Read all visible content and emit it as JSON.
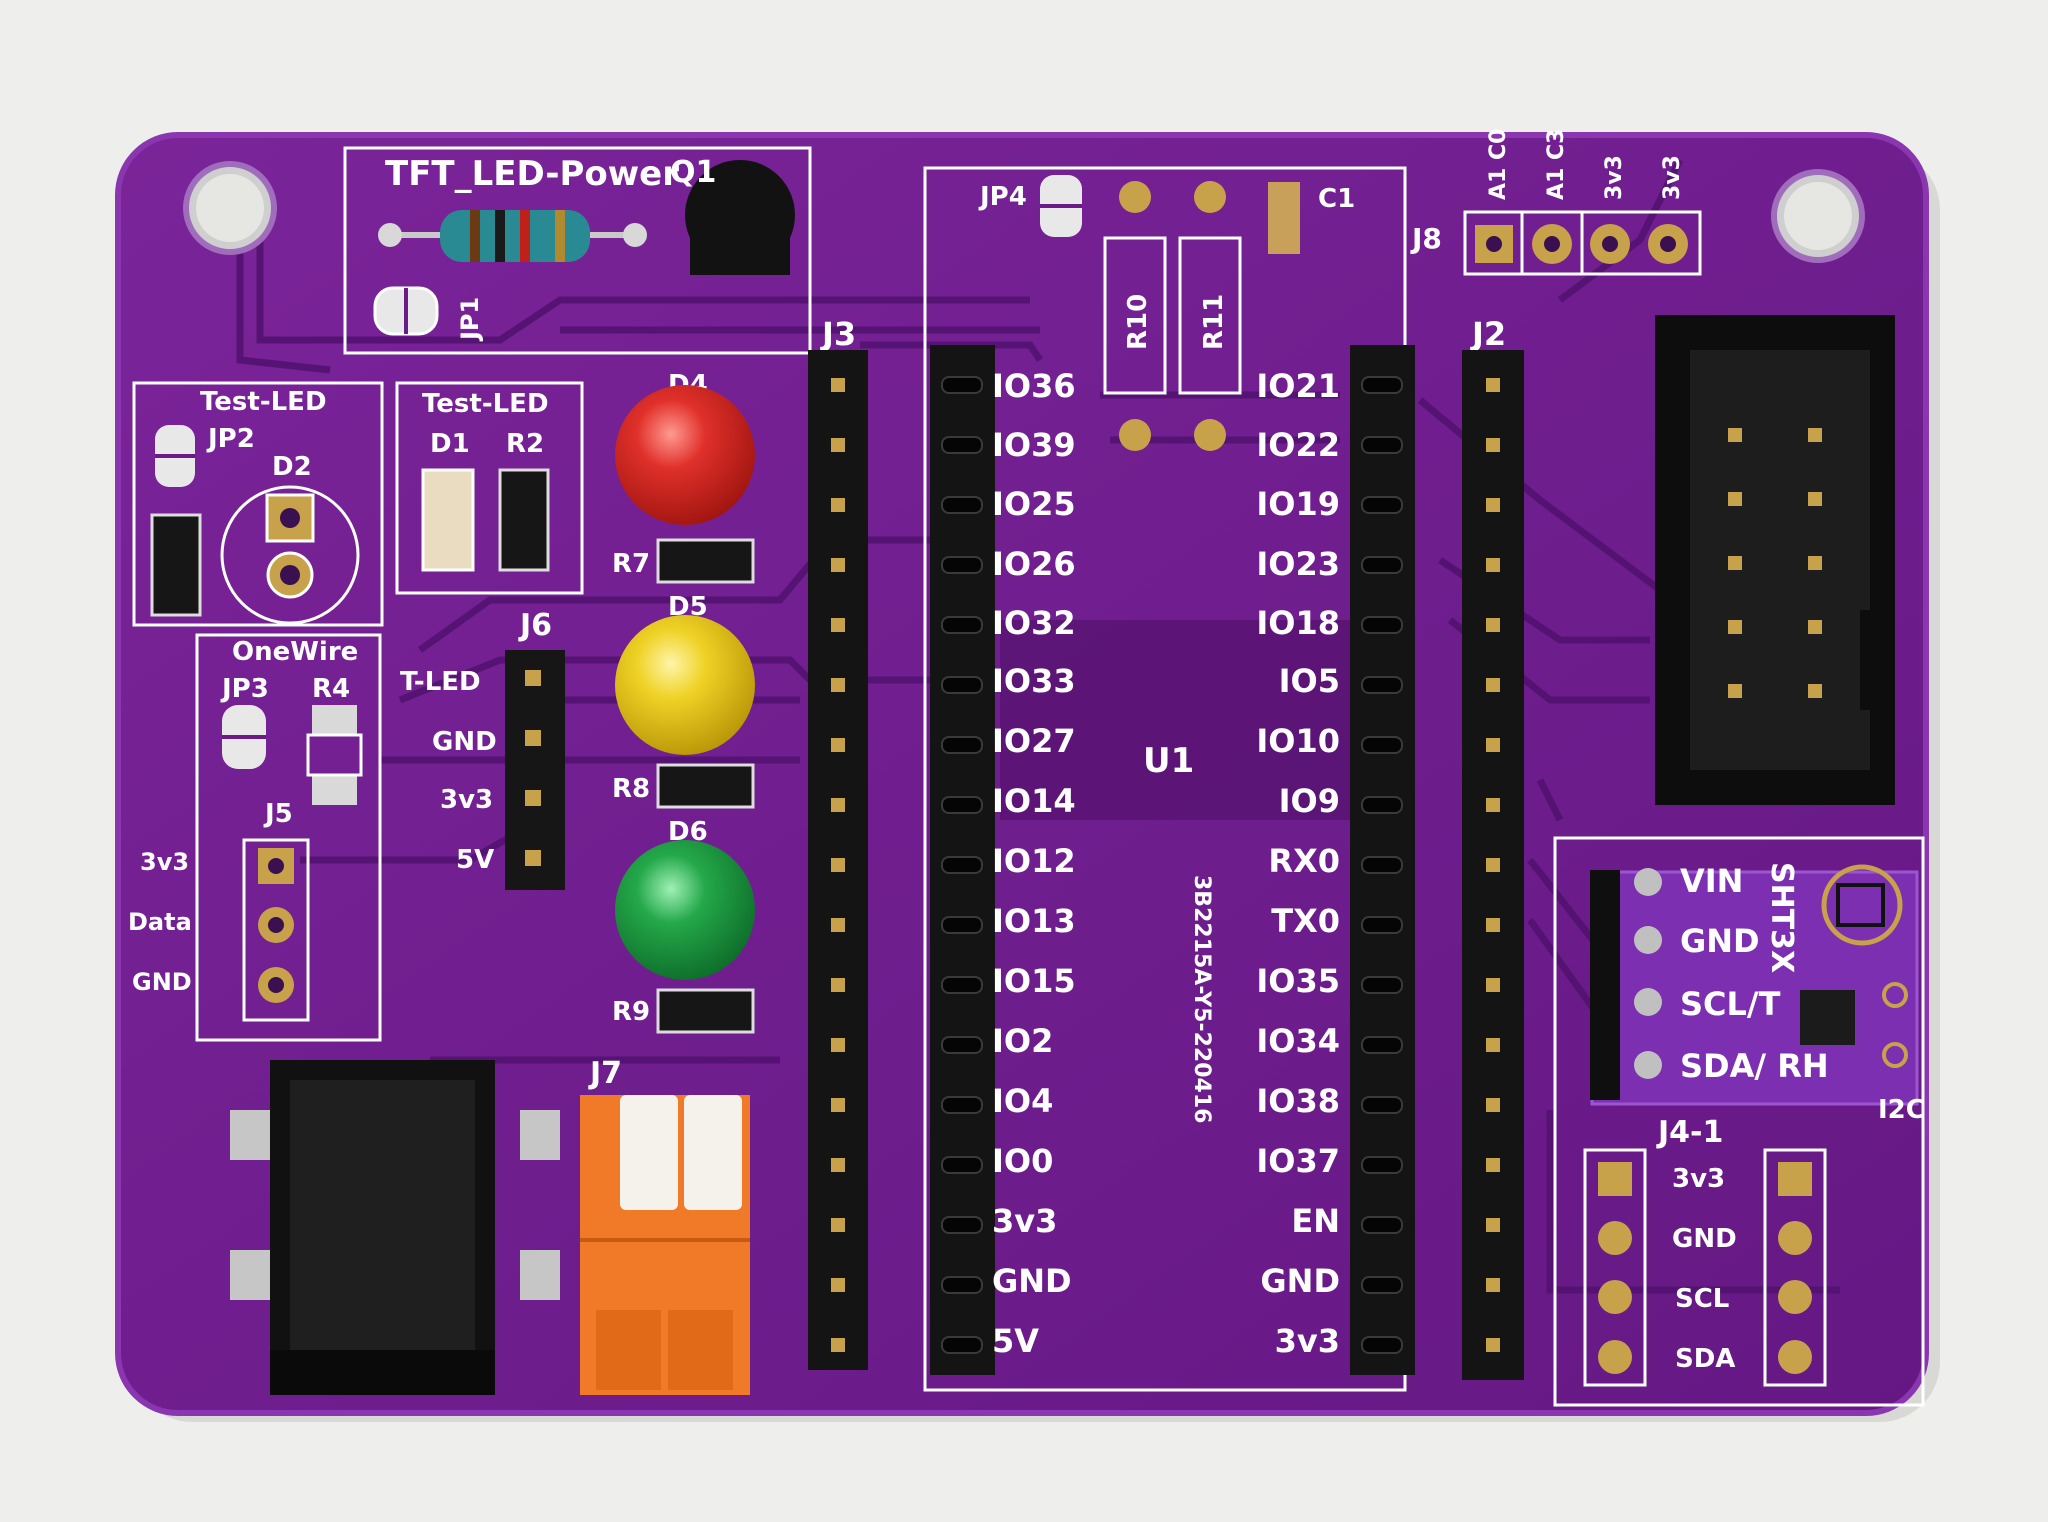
{
  "board": {
    "colors": {
      "board": "#6a1b8a",
      "board_edge": "#7b2aa0",
      "trace": "#5a1479",
      "silk": "#ffffff",
      "header": "#141414",
      "pad": "#c8a24a"
    },
    "top_section": {
      "tft_label": "TFT_LED-Power",
      "q1": "Q1",
      "jp1": "JP1",
      "jp4": "JP4",
      "c1": "C1",
      "r10": "R10",
      "r11": "R11",
      "j8": "J8",
      "j8_pins": [
        "A1 C0",
        "A1 C3",
        "3v3",
        "3v3"
      ]
    },
    "left_section": {
      "test_led_a": "Test-LED",
      "jp2": "JP2",
      "d2": "D2",
      "test_led_b": "Test-LED",
      "d1": "D1",
      "r2": "R2",
      "onewire": "OneWire",
      "jp3": "JP3",
      "r4": "R4",
      "j5": "J5",
      "j5_pins": [
        "3v3",
        "Data",
        "GND"
      ],
      "j6": "J6",
      "j6_pins": [
        "T-LED",
        "GND",
        "3v3",
        "5V"
      ],
      "j7": "J7"
    },
    "leds": [
      {
        "ref": "D4",
        "resistor": "R7",
        "color": "#d6261f"
      },
      {
        "ref": "D5",
        "resistor": "R8",
        "color": "#e8c81a"
      },
      {
        "ref": "D6",
        "resistor": "R9",
        "color": "#1f9a43"
      }
    ],
    "esp": {
      "j3": "J3",
      "j2": "J2",
      "u1": "U1",
      "module_text": "3B2215A-Y5-220416",
      "left_pins": [
        "IO36",
        "IO39",
        "IO25",
        "IO26",
        "IO32",
        "IO33",
        "IO27",
        "IO14",
        "IO12",
        "IO13",
        "IO15",
        "IO2",
        "IO4",
        "IO0",
        "3v3",
        "GND",
        "5V"
      ],
      "right_pins": [
        "IO21",
        "IO22",
        "IO19",
        "IO23",
        "IO18",
        "IO5",
        "IO10",
        "IO9",
        "RX0",
        "TX0",
        "IO35",
        "IO34",
        "IO38",
        "IO37",
        "EN",
        "GND",
        "3v3"
      ]
    },
    "sensor": {
      "name": "SHT3X",
      "pins": [
        "VIN",
        "GND",
        "SCL/T",
        "SDA/ RH"
      ],
      "i2c": "I2C",
      "j4": "J4-1",
      "j4_pins": [
        "3v3",
        "GND",
        "SCL",
        "SDA"
      ]
    }
  }
}
